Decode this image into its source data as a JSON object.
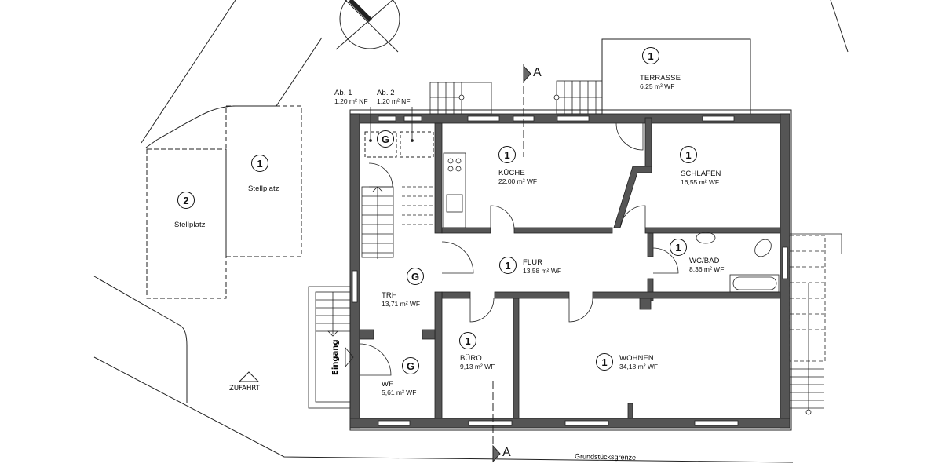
{
  "plan": {
    "type": "Grundriss Erdgeschoss",
    "colors": {
      "wall": "#555555",
      "wall_outline": "#222222",
      "line": "#222222",
      "background": "#ffffff"
    },
    "north_arrow": "north-arrow-icon",
    "section_marker": {
      "label": "A"
    },
    "property_boundary": {
      "label": "Grundstücksgrenze"
    },
    "access": {
      "label": "ZUFAHRT"
    },
    "entrance": {
      "label": "Eingang"
    },
    "rooms": [
      {
        "id": "terrasse",
        "badge": "1",
        "name": "TERRASSE",
        "area": "6,25 m² WF"
      },
      {
        "id": "kueche",
        "badge": "1",
        "name": "KÜCHE",
        "area": "22,00 m² WF"
      },
      {
        "id": "schlafen",
        "badge": "1",
        "name": "SCHLAFEN",
        "area": "16,55 m² WF"
      },
      {
        "id": "flur",
        "badge": "1",
        "name": "FLUR",
        "area": "13,58 m² WF"
      },
      {
        "id": "wcbad",
        "badge": "1",
        "name": "WC/BAD",
        "area": "8,36 m² WF"
      },
      {
        "id": "trh",
        "badge": "G",
        "name": "TRH",
        "area": "13,71 m² WF"
      },
      {
        "id": "wf",
        "badge": "G",
        "name": "WF",
        "area": "5,61 m² WF"
      },
      {
        "id": "buero",
        "badge": "1",
        "name": "BÜRO",
        "area": "9,13 m² WF"
      },
      {
        "id": "wohnen",
        "badge": "1",
        "name": "WOHNEN",
        "area": "34,18 m² WF"
      }
    ],
    "storage": [
      {
        "id": "ab1",
        "name": "Ab. 1",
        "area": "1,20 m² NF"
      },
      {
        "id": "ab2",
        "name": "Ab. 2",
        "area": "1,20 m² NF"
      }
    ],
    "storage_badge": "G",
    "parking": [
      {
        "id": "stellplatz1",
        "badge": "1",
        "name": "Stellplatz"
      },
      {
        "id": "stellplatz2",
        "badge": "2",
        "name": "Stellplatz"
      }
    ]
  }
}
